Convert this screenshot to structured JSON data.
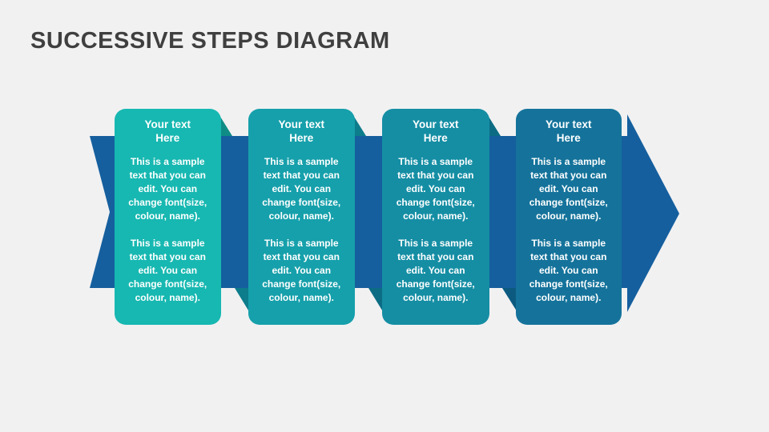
{
  "slide": {
    "title": "SUCCESSIVE STEPS DIAGRAM",
    "title_color": "#3f3f3f",
    "background": "#f1f1f2"
  },
  "arrow": {
    "direction": "right",
    "color": "#155f9e"
  },
  "cards": [
    {
      "title": "Your text\nHere",
      "paragraphs": [
        "This is a sample\ntext that you can\nedit. You can\nchange font(size,\ncolour, name).",
        "This is a sample\ntext that you can\nedit. You can\nchange font(size,\ncolour, name)."
      ],
      "color": "#17b8b1",
      "fold_color": "#0e8c85",
      "text_color": "#ffffff"
    },
    {
      "title": "Your text\nHere",
      "paragraphs": [
        "This is a sample\ntext that you can\nedit. You can\nchange font(size,\ncolour, name).",
        "This is a sample\ntext that you can\nedit. You can\nchange font(size,\ncolour, name)."
      ],
      "color": "#16a0ab",
      "fold_color": "#0d7c8b",
      "text_color": "#ffffff"
    },
    {
      "title": "Your text\nHere",
      "paragraphs": [
        "This is a sample\ntext that you can\nedit. You can\nchange font(size,\ncolour, name).",
        "This is a sample\ntext that you can\nedit. You can\nchange font(size,\ncolour, name).",
        ""
      ],
      "color": "#158ea4",
      "fold_color": "#0c6c84",
      "text_color": "#ffffff"
    },
    {
      "title": "Your text\nHere",
      "paragraphs": [
        "This is a sample\ntext that you can\nedit. You can\nchange font(size,\ncolour, name).",
        "This is a sample\ntext that you can\nedit. You can\nchange font(size,\ncolour, name)."
      ],
      "color": "#15739b",
      "fold_color": "#0d5a80",
      "text_color": "#ffffff"
    }
  ]
}
